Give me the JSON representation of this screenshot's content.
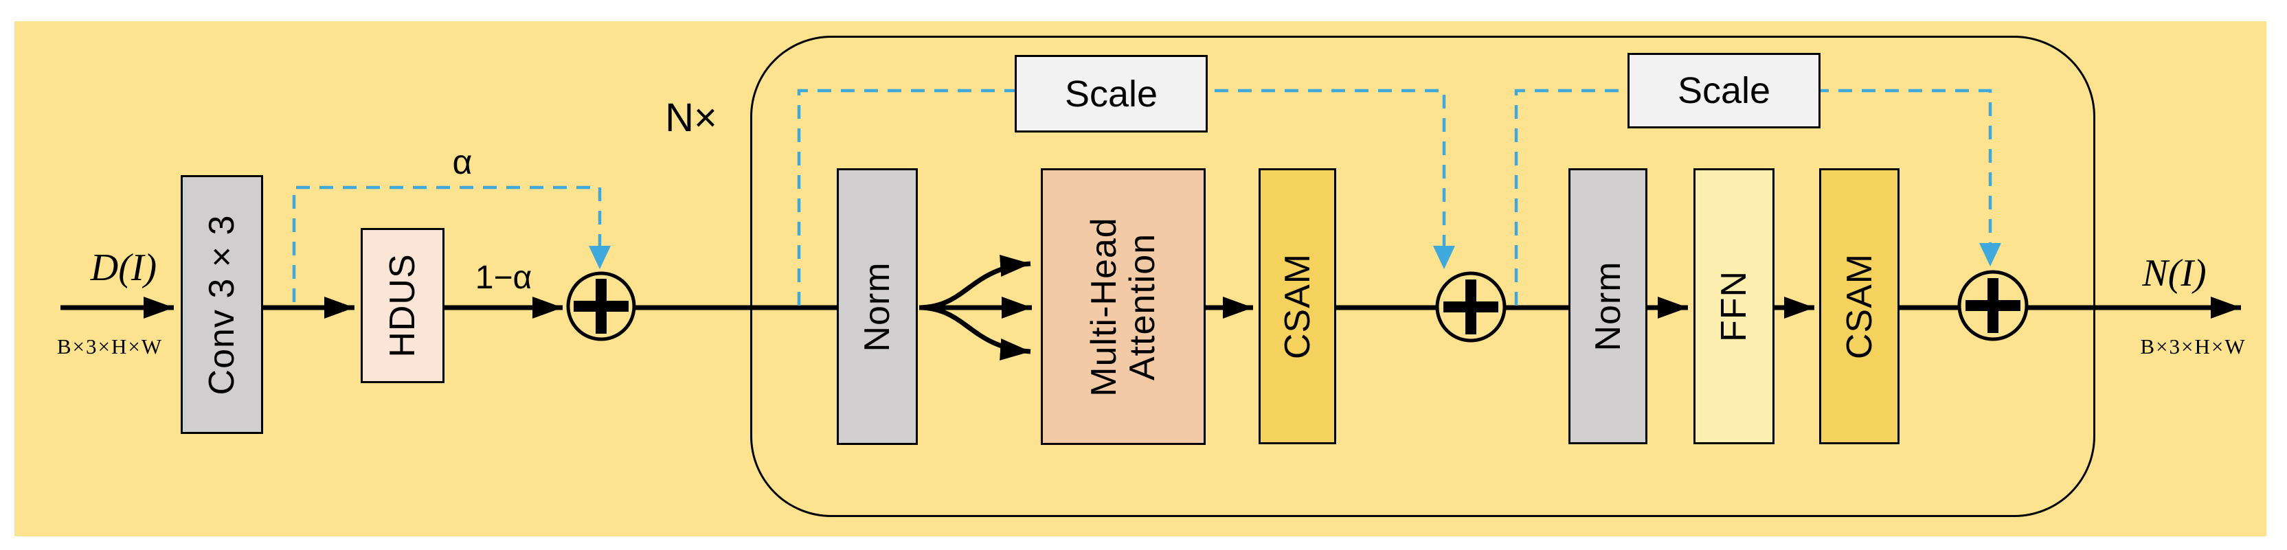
{
  "colors": {
    "background": "#FDE28F",
    "gray_block": "#D0CECE",
    "peach_block": "#F2CBA6",
    "pink_block": "#FBE5D6",
    "gold_block": "#F5D15E",
    "pale_yellow_block": "#FCEFAF",
    "scale_block": "#F2F2F2",
    "dashed_line": "#3FA9DC",
    "line": "#000000"
  },
  "io": {
    "input_label": "D(I)",
    "input_dims": "B×3×H×W",
    "output_label": "N(I)",
    "output_dims": "B×3×H×W"
  },
  "annotations": {
    "alpha": "α",
    "one_minus_alpha": "1−α",
    "repeat_count": "N×"
  },
  "blocks": {
    "conv": "Conv 3 × 3",
    "hdus": "HDUS",
    "scale_1": "Scale",
    "scale_2": "Scale",
    "norm_1": "Norm",
    "mha_line1": "Multi-Head",
    "mha_line2": "Attention",
    "csam_1": "CSAM",
    "ffn": "FFN",
    "norm_2": "Norm",
    "csam_2": "CSAM"
  }
}
